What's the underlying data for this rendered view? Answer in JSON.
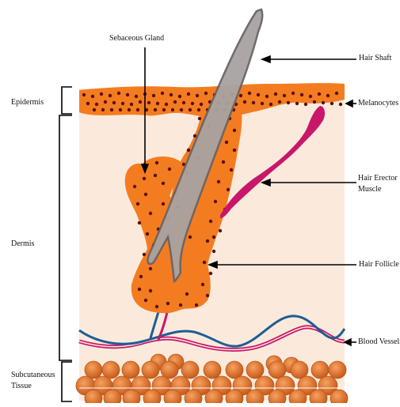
{
  "labels": {
    "sebaceous_gland": "Sebaceous Gland",
    "hair_shaft": "Hair Shaft",
    "epidermis": "Epidermis",
    "melanocytes": "Melanocytes",
    "hair_erector_muscle_line1": "Hair Erector",
    "hair_erector_muscle_line2": "Muscle",
    "dermis": "Dermis",
    "hair_follicle": "Hair Follicle",
    "blood_vessels": "Blood Vessels",
    "subcutaneous_line1": "Subcutaneous",
    "subcutaneous_line2": "Tissue"
  },
  "colors": {
    "dermis_fill": "#fbeadc",
    "epidermis_fill": "#f47c20",
    "melanocyte_dot": "#5a0f12",
    "hair_shaft_fill": "#a9a2a2",
    "hair_shaft_stroke": "#6b6464",
    "muscle_fill": "#c8176a",
    "vessel_blue": "#1f5d94",
    "vessel_magenta": "#c8176a",
    "fat_fill": "#e0762e",
    "fat_stroke": "#b8581a"
  }
}
